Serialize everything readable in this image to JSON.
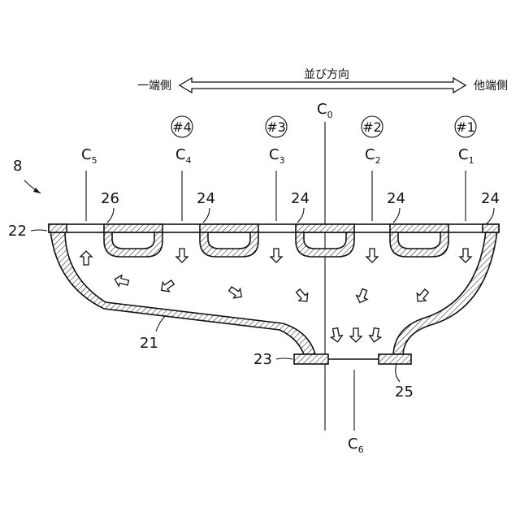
{
  "figure_number": "8",
  "direction": {
    "label": "並び方向",
    "left_end": "一端側",
    "right_end": "他端側"
  },
  "cylinders": [
    {
      "label": "#4",
      "center": "C",
      "center_sub": "4"
    },
    {
      "label": "#3",
      "center": "C",
      "center_sub": "3"
    },
    {
      "label": "#2",
      "center": "C",
      "center_sub": "2"
    },
    {
      "label": "#1",
      "center": "C",
      "center_sub": "1"
    }
  ],
  "center_lines": {
    "c0": {
      "text": "C",
      "sub": "0"
    },
    "c5": {
      "text": "C",
      "sub": "5"
    },
    "c6": {
      "text": "C",
      "sub": "6"
    }
  },
  "reference_numerals": {
    "flange": "22",
    "cover_pocket": "26",
    "pocket": "24",
    "collector_wall": "21",
    "outlet_flange": "23",
    "outlet_weld": "25"
  }
}
